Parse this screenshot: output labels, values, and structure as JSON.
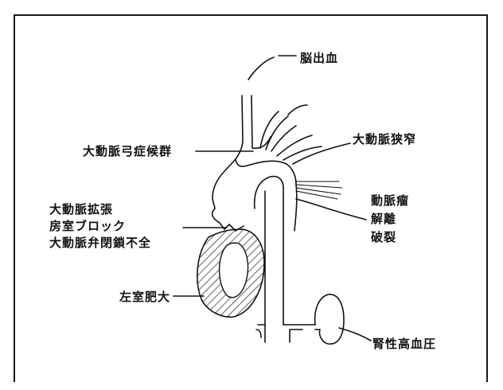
{
  "labels": {
    "cerebral_hemorrhage": "脳出血",
    "aortic_arch_syndrome": "大動脈弓症候群",
    "aortic_stenosis": "大動脈狭窄",
    "aortic_dilation": "大動脈拡張",
    "av_block": "房室ブロック",
    "aortic_regurgitation": "大動脈弁閉鎖不全",
    "aneurysm": "動脈瘤",
    "dissection": "解離",
    "rupture": "破裂",
    "lvh": "左室肥大",
    "renal_hypertension": "腎性高血圧"
  }
}
